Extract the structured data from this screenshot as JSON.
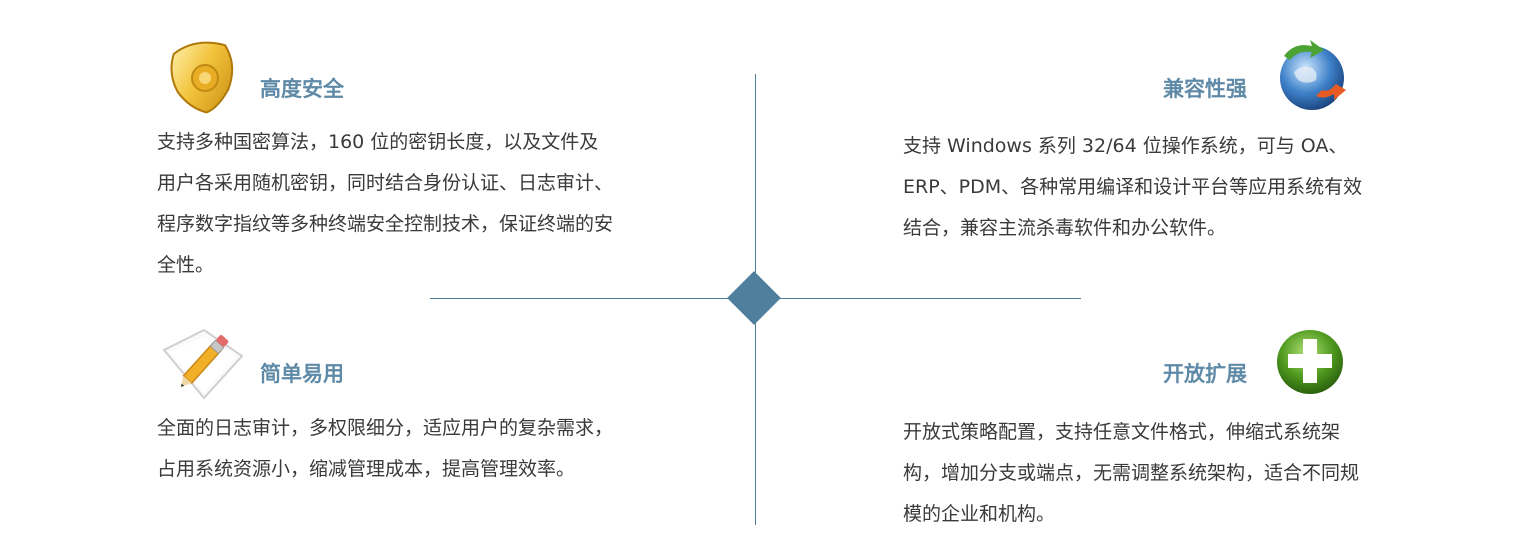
{
  "features": {
    "security": {
      "icon": "police-badge-icon",
      "title": "高度安全",
      "desc": "支持多种国密算法，160 位的密钥长度，以及文件及用户各采用随机密钥，同时结合身份认证、日志审计、程序数字指纹等多种终端安全控制技术，保证终端的安全性。"
    },
    "compat": {
      "icon": "globe-refresh-icon",
      "title": "兼容性强",
      "desc": "支持 Windows 系列 32/64 位操作系统，可与 OA、ERP、PDM、各种常用编译和设计平台等应用系统有效结合，兼容主流杀毒软件和办公软件。"
    },
    "easy": {
      "icon": "pencil-paper-icon",
      "title": "简单易用",
      "desc": "全面的日志审计，多权限细分，适应用户的复杂需求，占用系统资源小，缩减管理成本，提高管理效率。"
    },
    "extend": {
      "icon": "green-plus-icon",
      "title": "开放扩展",
      "desc": "开放式策略配置，支持任意文件格式，伸缩式系统架构，增加分支或端点，无需调整系统架构，适合不同规模的企业和机构。"
    }
  },
  "colors": {
    "heading": "#5f8aa7",
    "divider": "#4d7f9d",
    "text": "#3a3a3a"
  }
}
